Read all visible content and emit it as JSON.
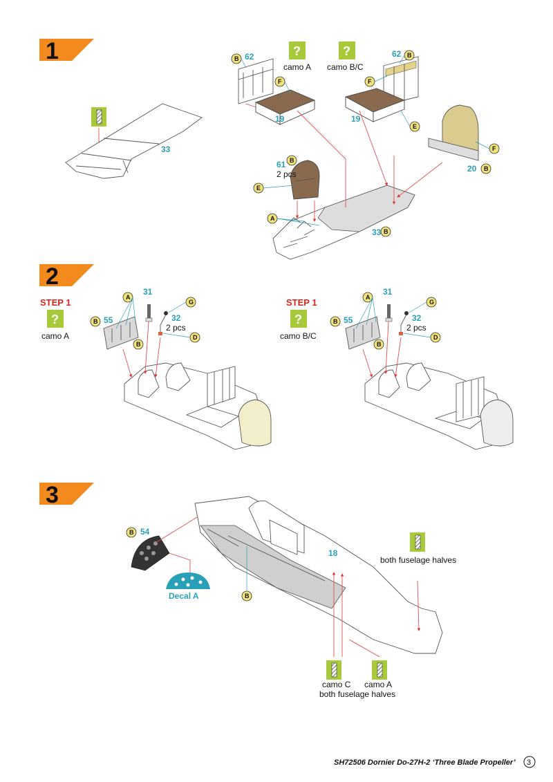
{
  "steps": [
    {
      "number": "1"
    },
    {
      "number": "2"
    },
    {
      "number": "3"
    }
  ],
  "step1": {
    "floor_top_part": "33",
    "floor_main_part": "33",
    "bench_left_part": "19",
    "bench_right_part": "19",
    "frame_left_part": "62",
    "frame_right_part": "62",
    "rear_bulkhead_part": "20",
    "seat_part": "61",
    "seat_qty": "2 pcs",
    "camo_a": "camo A",
    "camo_bc": "camo B/C"
  },
  "step2": {
    "left": {
      "step_label": "STEP 1",
      "camo": "camo A"
    },
    "right": {
      "step_label": "STEP 1",
      "camo": "camo B/C"
    },
    "pedal_part": "55",
    "stick_part": "31",
    "lever_part": "32",
    "lever_qty": "2 pcs"
  },
  "step3": {
    "panel_part": "54",
    "decal_label": "Decal A",
    "fuselage_part": "18",
    "both_halves": "both fuselage halves",
    "camo_c": "camo C",
    "camo_a": "camo A",
    "both_halves_bottom": "both fuselage halves"
  },
  "paint_tags": [
    "A",
    "B",
    "D",
    "E",
    "F",
    "G"
  ],
  "colors": {
    "orange": "#f28a1d",
    "green": "#a8c93a",
    "cyan": "#2a9fb8",
    "red": "#d8261d",
    "tag_yellow": "#f2e27a"
  },
  "footer": {
    "title": "SH72506 Dornier Do-27H-2 ‘Three Blade Propeller’",
    "page": "3"
  }
}
